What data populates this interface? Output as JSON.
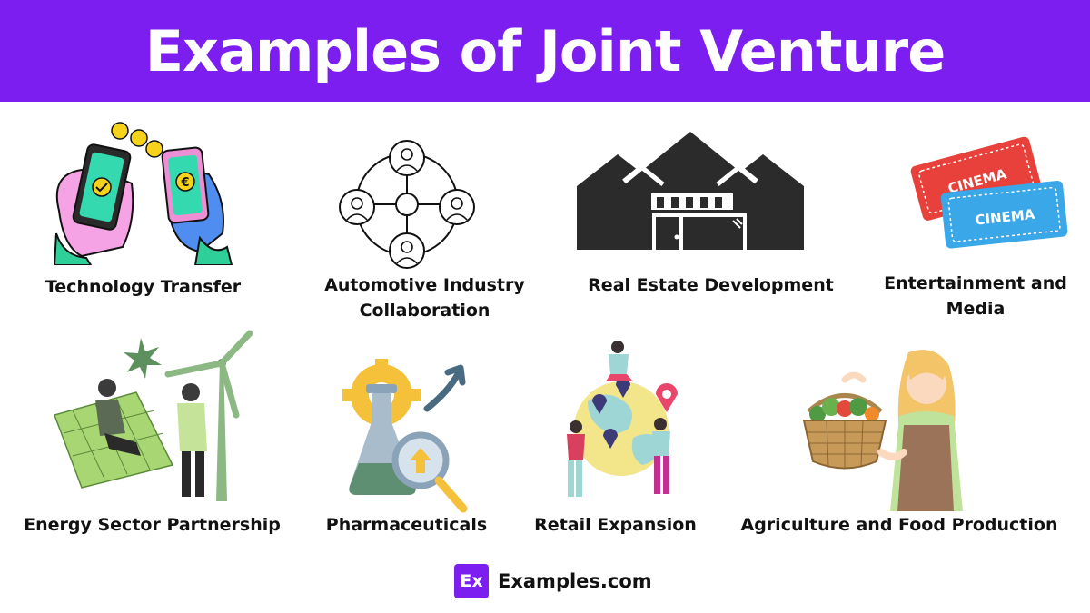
{
  "header": {
    "title": "Examples of Joint Venture"
  },
  "examples": [
    {
      "label": "Technology Transfer",
      "icon": "smartphones-coin-exchange-icon"
    },
    {
      "label": "Automotive Industry Collaboration",
      "icon": "people-network-icon"
    },
    {
      "label": "Real Estate Development",
      "icon": "houses-storefront-icon"
    },
    {
      "label": "Entertainment and Media",
      "icon": "cinema-tickets-icon"
    },
    {
      "label": "Energy Sector Partnership",
      "icon": "wind-turbine-people-icon"
    },
    {
      "label": "Pharmaceuticals",
      "icon": "flask-gear-magnifier-icon"
    },
    {
      "label": "Retail Expansion",
      "icon": "globe-location-pins-icon"
    },
    {
      "label": "Agriculture and Food Production",
      "icon": "woman-vegetable-basket-icon"
    }
  ],
  "tickets": {
    "text": "CINEMA"
  },
  "footer": {
    "logo_text": "Ex",
    "brand": "Examples.com"
  },
  "colors": {
    "header_bg": "#7c1ef0",
    "text": "#111111",
    "background": "#ffffff"
  }
}
